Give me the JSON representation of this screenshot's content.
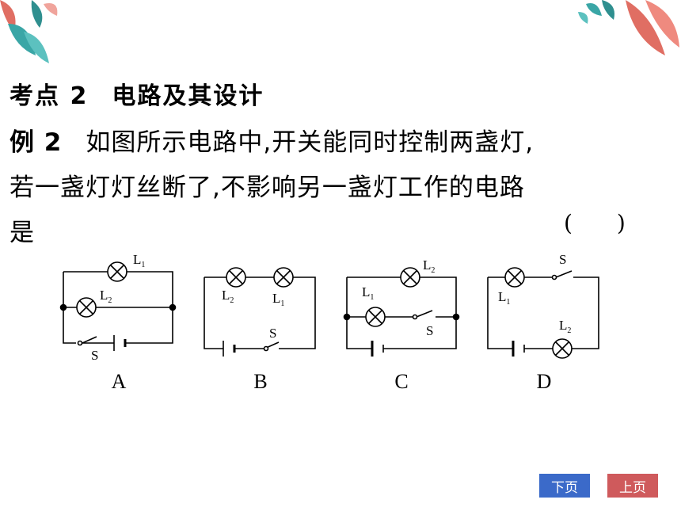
{
  "heading": {
    "label": "考点 2",
    "title": "电路及其设计"
  },
  "problem": {
    "label": "例 2",
    "line1": "如图所示电路中,开关能同时控制两盏灯,",
    "line2": "若一盏灯灯丝断了,不影响另一盏灯工作的电路",
    "line3": "是",
    "answer_blank": "(　　)"
  },
  "circuits": {
    "A": {
      "caption": "A",
      "bulb_top": "L",
      "bulb_top_sub": "1",
      "bulb_mid": "L",
      "bulb_mid_sub": "2",
      "switch": "S"
    },
    "B": {
      "caption": "B",
      "bulb_left": "L",
      "bulb_left_sub": "2",
      "bulb_right": "L",
      "bulb_right_sub": "1",
      "switch": "S"
    },
    "C": {
      "caption": "C",
      "bulb_top": "L",
      "bulb_top_sub": "2",
      "bulb_mid": "L",
      "bulb_mid_sub": "1",
      "switch": "S"
    },
    "D": {
      "caption": "D",
      "bulb_top": "L",
      "bulb_top_sub": "1",
      "bulb_bottom": "L",
      "bulb_bottom_sub": "2",
      "switch": "S"
    }
  },
  "nav": {
    "next": "下页",
    "prev": "上页"
  },
  "colors": {
    "next_button": "#3b6ac9",
    "prev_button": "#cf5a5c",
    "leaf_teal": "#3aa6a6",
    "leaf_red": "#e06e63"
  }
}
